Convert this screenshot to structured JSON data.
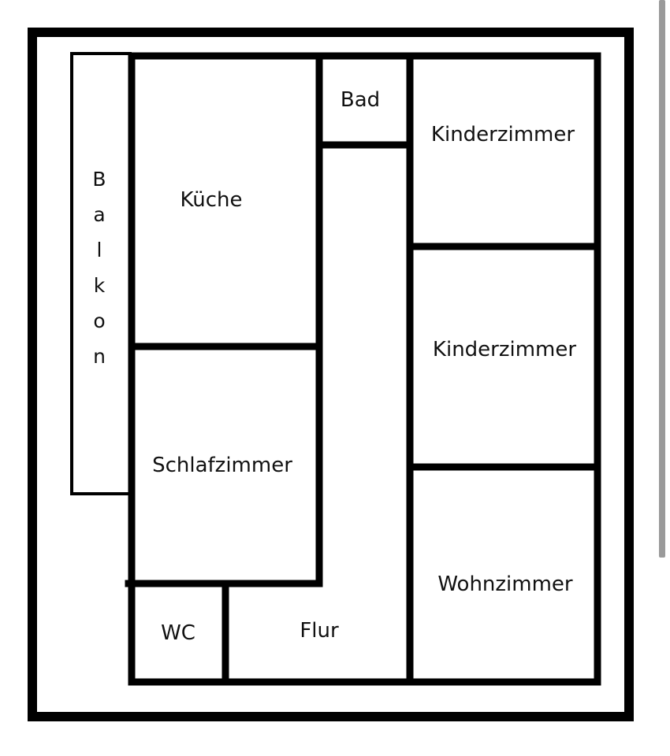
{
  "rooms": {
    "balkon": "Balkon",
    "kueche": "Küche",
    "bad": "Bad",
    "kinderzimmer_1": "Kinderzimmer",
    "kinderzimmer_2": "Kinderzimmer",
    "schlafzimmer": "Schlafzimmer",
    "wohnzimmer": "Wohnzimmer",
    "wc": "WC",
    "flur": "Flur"
  },
  "balcony_letters": [
    "B",
    "a",
    "l",
    "k",
    "o",
    "n"
  ],
  "colors": {
    "wall": "#000000",
    "background": "#ffffff",
    "text": "#111111"
  }
}
